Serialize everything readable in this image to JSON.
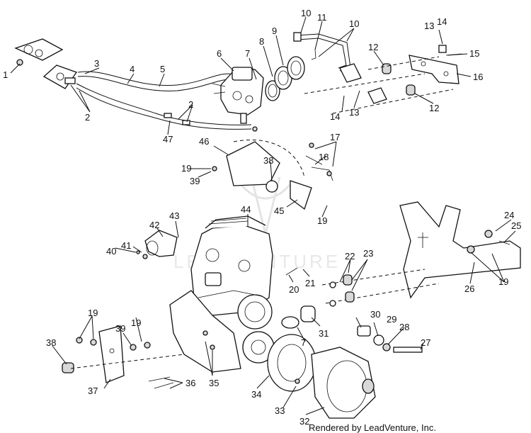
{
  "diagram": {
    "credit": "Rendered by LeadVenture, Inc.",
    "watermark": "LEADVENTURE",
    "callouts": [
      {
        "id": "c1",
        "text": "1"
      },
      {
        "id": "c2a",
        "text": "2"
      },
      {
        "id": "c2b",
        "text": "2"
      },
      {
        "id": "c3",
        "text": "3"
      },
      {
        "id": "c4",
        "text": "4"
      },
      {
        "id": "c5",
        "text": "5"
      },
      {
        "id": "c6",
        "text": "6"
      },
      {
        "id": "c7a",
        "text": "7"
      },
      {
        "id": "c7b",
        "text": "7"
      },
      {
        "id": "c8",
        "text": "8"
      },
      {
        "id": "c9",
        "text": "9"
      },
      {
        "id": "c10a",
        "text": "10"
      },
      {
        "id": "c10b",
        "text": "10"
      },
      {
        "id": "c11",
        "text": "11"
      },
      {
        "id": "c12a",
        "text": "12"
      },
      {
        "id": "c12b",
        "text": "12"
      },
      {
        "id": "c13a",
        "text": "13"
      },
      {
        "id": "c13b",
        "text": "13"
      },
      {
        "id": "c14a",
        "text": "14"
      },
      {
        "id": "c14b",
        "text": "14"
      },
      {
        "id": "c15",
        "text": "15"
      },
      {
        "id": "c16",
        "text": "16"
      },
      {
        "id": "c17",
        "text": "17"
      },
      {
        "id": "c18",
        "text": "18"
      },
      {
        "id": "c19a",
        "text": "19"
      },
      {
        "id": "c19b",
        "text": "19"
      },
      {
        "id": "c19c",
        "text": "19"
      },
      {
        "id": "c19d",
        "text": "19"
      },
      {
        "id": "c19e",
        "text": "19"
      },
      {
        "id": "c20",
        "text": "20"
      },
      {
        "id": "c21",
        "text": "21"
      },
      {
        "id": "c22",
        "text": "22"
      },
      {
        "id": "c23",
        "text": "23"
      },
      {
        "id": "c24",
        "text": "24"
      },
      {
        "id": "c25",
        "text": "25"
      },
      {
        "id": "c26",
        "text": "26"
      },
      {
        "id": "c27",
        "text": "27"
      },
      {
        "id": "c28",
        "text": "28"
      },
      {
        "id": "c29",
        "text": "29"
      },
      {
        "id": "c30",
        "text": "30"
      },
      {
        "id": "c31",
        "text": "31"
      },
      {
        "id": "c32",
        "text": "32"
      },
      {
        "id": "c33",
        "text": "33"
      },
      {
        "id": "c34",
        "text": "34"
      },
      {
        "id": "c35",
        "text": "35"
      },
      {
        "id": "c36",
        "text": "36"
      },
      {
        "id": "c37",
        "text": "37"
      },
      {
        "id": "c38a",
        "text": "38"
      },
      {
        "id": "c38b",
        "text": "38"
      },
      {
        "id": "c39a",
        "text": "39"
      },
      {
        "id": "c39b",
        "text": "39"
      },
      {
        "id": "c40",
        "text": "40"
      },
      {
        "id": "c41",
        "text": "41"
      },
      {
        "id": "c42",
        "text": "42"
      },
      {
        "id": "c43",
        "text": "43"
      },
      {
        "id": "c44",
        "text": "44"
      },
      {
        "id": "c45",
        "text": "45"
      },
      {
        "id": "c46",
        "text": "46"
      },
      {
        "id": "c47",
        "text": "47"
      }
    ]
  }
}
